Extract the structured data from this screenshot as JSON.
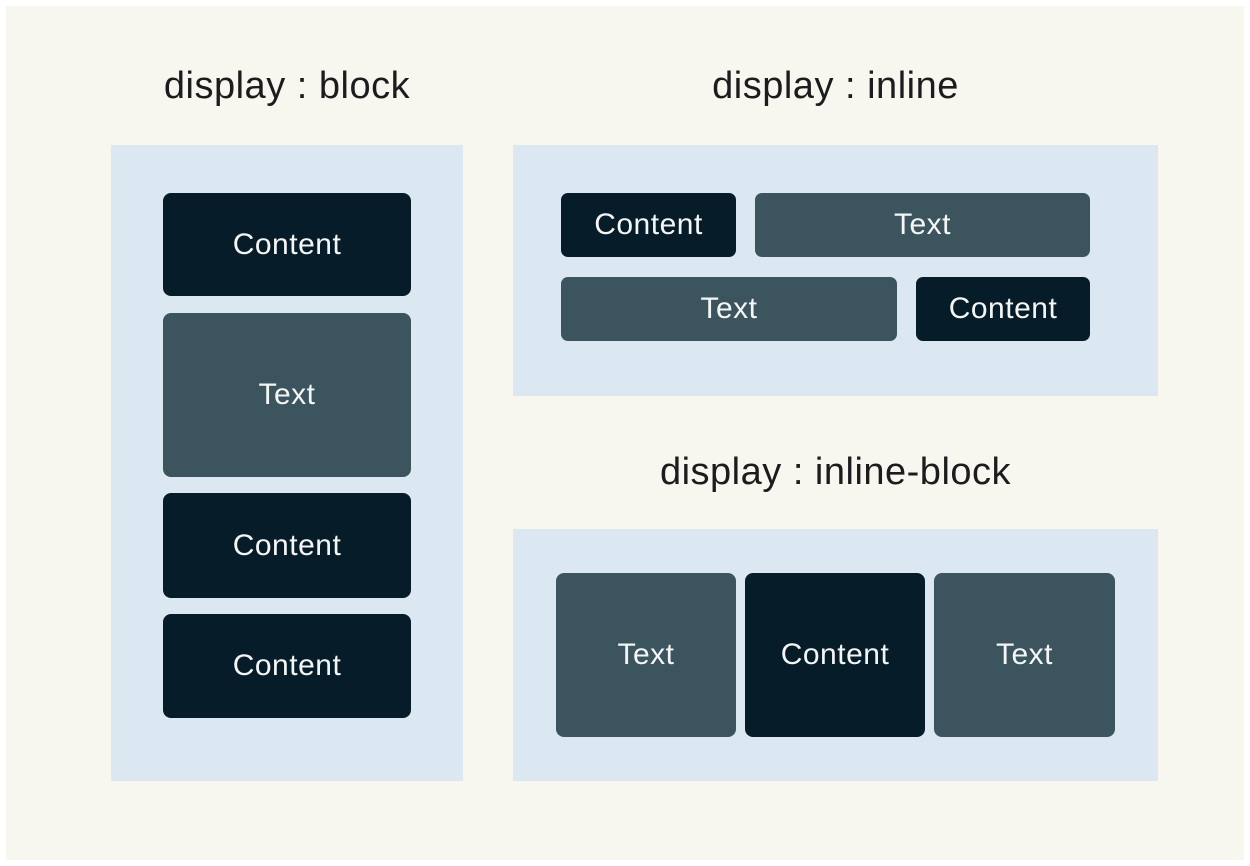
{
  "colors": {
    "page_bg": "#f7f6ef",
    "page_border": "#ffffff",
    "container_bg": "#dbe8f2",
    "content_box_bg": "#061c29",
    "text_box_bg": "#3c545e",
    "title_text": "#1c1c1e",
    "box_text": "#f4f6f5"
  },
  "sections": {
    "block": {
      "title": "display : block",
      "boxes": [
        {
          "label": "Content",
          "variant": "content"
        },
        {
          "label": "Text",
          "variant": "text"
        },
        {
          "label": "Content",
          "variant": "content"
        },
        {
          "label": "Content",
          "variant": "content"
        }
      ]
    },
    "inline": {
      "title": "display : inline",
      "rows": [
        {
          "boxes": [
            {
              "label": "Content",
              "variant": "content"
            },
            {
              "label": "Text",
              "variant": "text"
            }
          ]
        },
        {
          "boxes": [
            {
              "label": "Text",
              "variant": "text"
            },
            {
              "label": "Content",
              "variant": "content"
            }
          ]
        }
      ]
    },
    "inline_block": {
      "title": "display : inline-block",
      "boxes": [
        {
          "label": "Text",
          "variant": "text"
        },
        {
          "label": "Content",
          "variant": "content"
        },
        {
          "label": "Text",
          "variant": "text"
        }
      ]
    }
  }
}
